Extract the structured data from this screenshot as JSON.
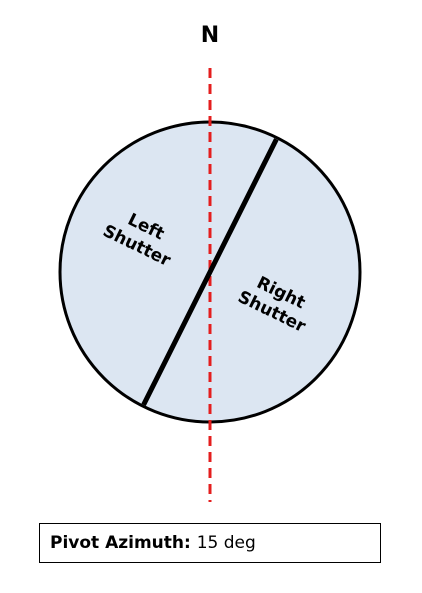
{
  "north_label": "N",
  "shutters": {
    "left_line1": "Left",
    "left_line2": "Shutter",
    "right_line1": "Right",
    "right_line2": "Shutter"
  },
  "readout": {
    "label": "Pivot Azimuth:",
    "value": "15 deg"
  },
  "pivot_azimuth_deg": 15,
  "colors": {
    "dome_fill": "#dce6f2",
    "dome_outline": "#000000",
    "north_axis": "#e41e1e",
    "shutter_line": "#000000"
  }
}
